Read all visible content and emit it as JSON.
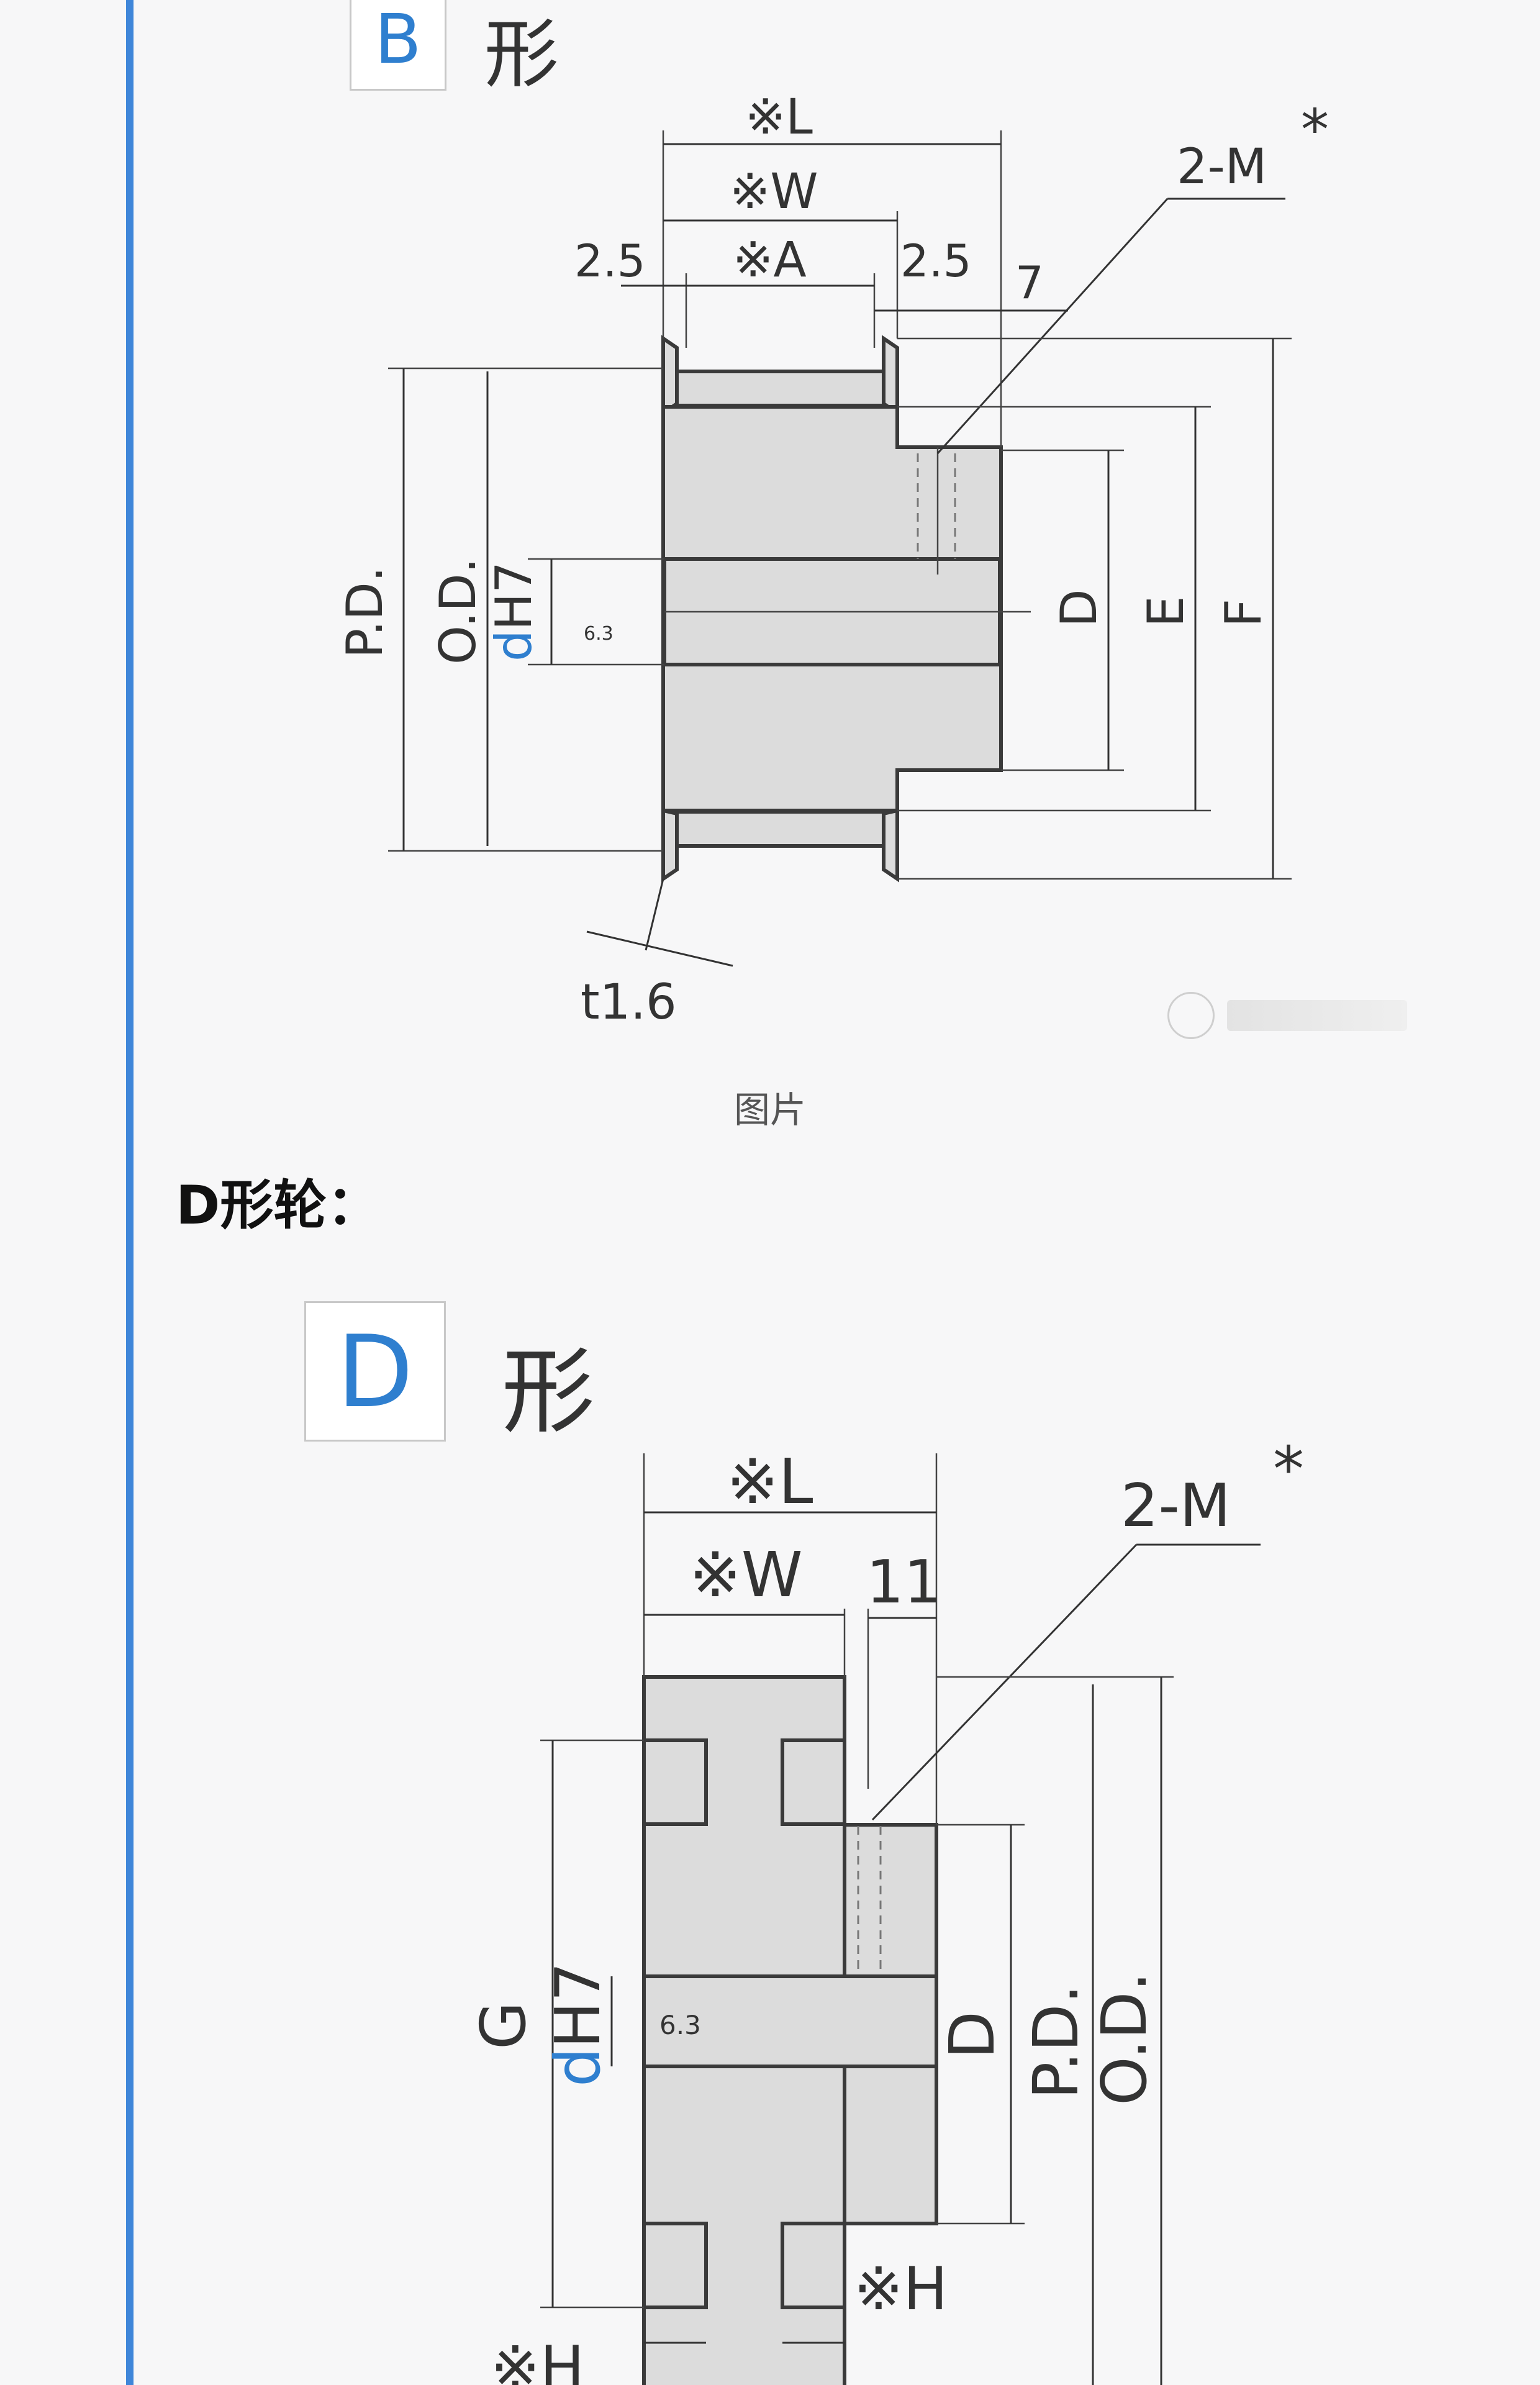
{
  "figure_b": {
    "type_letter": "B",
    "type_char": "形",
    "labels": {
      "L": "※L",
      "W": "※W",
      "A": "※A",
      "left_flange": "2.5",
      "right_flange": "2.5",
      "seven": "7",
      "screw": "2-M",
      "screw_star": "*",
      "PD": "P.D.",
      "OD": "O.D.",
      "dH7_d": "d",
      "dH7_H7": "H7",
      "D": "D",
      "E": "E",
      "F": "F",
      "t": "t1.6",
      "roughness": "6.3"
    }
  },
  "caption": "图片",
  "section_heading": "D形轮：",
  "figure_d": {
    "type_letter": "D",
    "type_char": "形",
    "labels": {
      "L": "※L",
      "W": "※W",
      "eleven": "11",
      "screw": "2-M",
      "screw_star": "*",
      "G": "G",
      "dH7_d": "d",
      "dH7_H7": "H7",
      "roughness": "6.3",
      "D": "D",
      "PD": "P.D.",
      "OD": "O.D.",
      "H_right": "※H",
      "H_left": "※H"
    }
  },
  "colors": {
    "accent": "#3f86d9",
    "blue_text": "#2f7fcf",
    "part_fill": "#dcdcdc"
  }
}
